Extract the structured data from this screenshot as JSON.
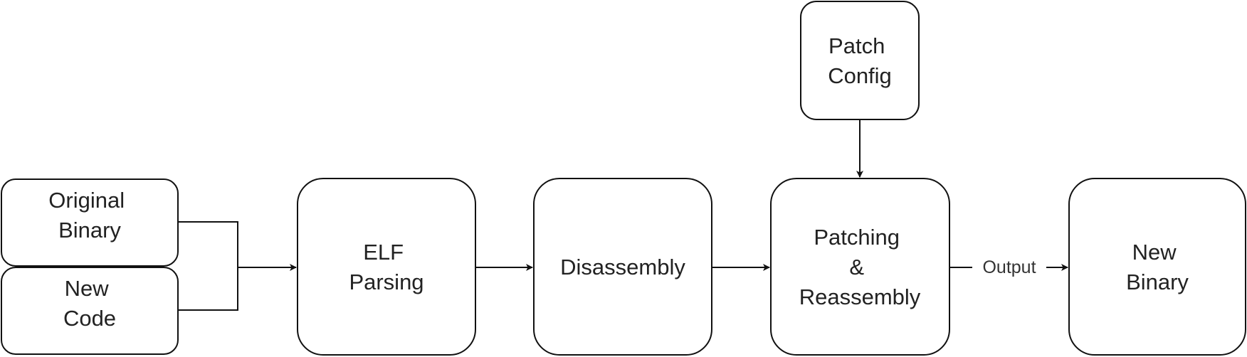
{
  "nodes": {
    "original_binary": {
      "lines": [
        "Original",
        "Binary"
      ]
    },
    "new_code": {
      "lines": [
        "New",
        "Code"
      ]
    },
    "elf_parsing": {
      "lines": [
        "ELF",
        "Parsing"
      ]
    },
    "disassembly": {
      "lines": [
        "Disassembly"
      ]
    },
    "patch_config": {
      "lines": [
        "Patch",
        "Config"
      ]
    },
    "patching_reassembly": {
      "lines": [
        "Patching",
        "&",
        "Reassembly"
      ]
    },
    "new_binary": {
      "lines": [
        "New",
        "Binary"
      ]
    }
  },
  "edges": {
    "output_label": "Output"
  }
}
